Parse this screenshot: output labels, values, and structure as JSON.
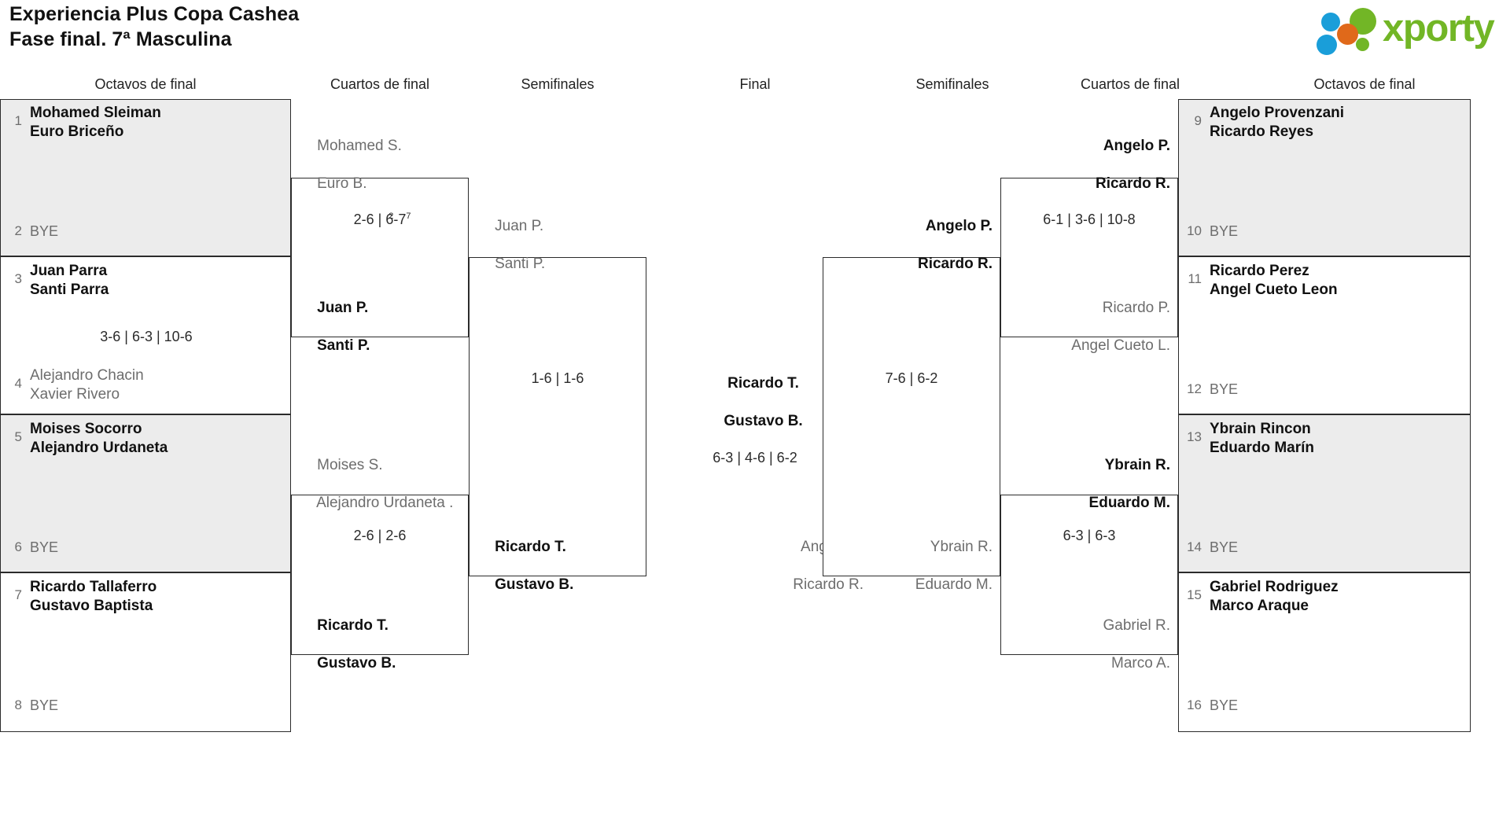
{
  "header": {
    "title_line1": "Experiencia Plus Copa Cashea",
    "title_line2": "Fase final. 7ª Masculina",
    "logo_text": "xporty",
    "logo_colors": {
      "green": "#72b626",
      "blue": "#1a9ed9",
      "orange": "#e0691a"
    }
  },
  "round_headers": {
    "left_r16": "Octavos de final",
    "left_qf": "Cuartos de final",
    "left_sf": "Semifinales",
    "final": "Final",
    "right_sf": "Semifinales",
    "right_qf": "Cuartos de final",
    "right_r16": "Octavos de final"
  },
  "left": {
    "r16": [
      {
        "seed": "1",
        "p1": "Mohamed Sleiman",
        "p2": "Euro Briceño",
        "winner": true,
        "bye": false
      },
      {
        "seed": "2",
        "p1": "BYE",
        "p2": "",
        "winner": false,
        "bye": true
      },
      {
        "seed": "3",
        "p1": "Juan Parra",
        "p2": "Santi Parra",
        "winner": true,
        "bye": false
      },
      {
        "seed": "4",
        "p1": "Alejandro Chacin",
        "p2": "Xavier Rivero",
        "winner": false,
        "bye": false
      },
      {
        "seed": "5",
        "p1": "Moises Socorro",
        "p2": "Alejandro Urdaneta",
        "winner": true,
        "bye": false
      },
      {
        "seed": "6",
        "p1": "BYE",
        "p2": "",
        "winner": false,
        "bye": true
      },
      {
        "seed": "7",
        "p1": "Ricardo Tallaferro",
        "p2": "Gustavo Baptista",
        "winner": true,
        "bye": false
      },
      {
        "seed": "8",
        "p1": "BYE",
        "p2": "",
        "winner": false,
        "bye": true
      }
    ],
    "r16_scores": [
      "",
      "3-6 | 6-3 | 10-6",
      "",
      ""
    ],
    "qf": [
      {
        "p1": "Mohamed S.",
        "p2": "Euro B.",
        "winner": false
      },
      {
        "p1": "Juan P.",
        "p2": "Santi P.",
        "winner": true
      },
      {
        "p1": "Moises S.",
        "p2": "Alejandro Urdaneta .",
        "winner": false
      },
      {
        "p1": "Ricardo T.",
        "p2": "Gustavo B.",
        "winner": true
      }
    ],
    "qf_scores": [
      "2-6 | 6-7",
      "2-6 | 2-6"
    ],
    "qf_score_sup": [
      {
        "after_first": "2",
        "after_second": "7"
      },
      null
    ],
    "sf": [
      {
        "p1": "Juan P.",
        "p2": "Santi P.",
        "winner": false
      },
      {
        "p1": "Ricardo T.",
        "p2": "Gustavo B.",
        "winner": true
      }
    ],
    "sf_score": "1-6 | 1-6"
  },
  "final": {
    "winner": {
      "p1": "Ricardo T.",
      "p2": "Gustavo B."
    },
    "runner_up": {
      "p1": "Angelo P.",
      "p2": "Ricardo R."
    },
    "score": "6-3 | 4-6 | 6-2"
  },
  "right": {
    "r16": [
      {
        "seed": "9",
        "p1": "Angelo Provenzani",
        "p2": "Ricardo Reyes",
        "winner": true,
        "bye": false
      },
      {
        "seed": "10",
        "p1": "BYE",
        "p2": "",
        "winner": false,
        "bye": true
      },
      {
        "seed": "11",
        "p1": "Ricardo Perez",
        "p2": "Angel Cueto Leon",
        "winner": true,
        "bye": false
      },
      {
        "seed": "12",
        "p1": "BYE",
        "p2": "",
        "winner": false,
        "bye": true
      },
      {
        "seed": "13",
        "p1": "Ybrain Rincon",
        "p2": "Eduardo Marín",
        "winner": true,
        "bye": false
      },
      {
        "seed": "14",
        "p1": "BYE",
        "p2": "",
        "winner": false,
        "bye": true
      },
      {
        "seed": "15",
        "p1": "Gabriel Rodriguez",
        "p2": "Marco Araque",
        "winner": true,
        "bye": false
      },
      {
        "seed": "16",
        "p1": "BYE",
        "p2": "",
        "winner": false,
        "bye": true
      }
    ],
    "qf": [
      {
        "p1": "Angelo P.",
        "p2": "Ricardo R.",
        "winner": true
      },
      {
        "p1": "Ricardo P.",
        "p2": "Angel Cueto L.",
        "winner": false
      },
      {
        "p1": "Ybrain R.",
        "p2": "Eduardo M.",
        "winner": true
      },
      {
        "p1": "Gabriel R.",
        "p2": "Marco A.",
        "winner": false
      }
    ],
    "qf_scores": [
      "6-1 | 3-6 | 10-8",
      "6-3 | 6-3"
    ],
    "sf": [
      {
        "p1": "Angelo P.",
        "p2": "Ricardo R.",
        "winner": true
      },
      {
        "p1": "Ybrain R.",
        "p2": "Eduardo M.",
        "winner": false
      }
    ],
    "sf_score": "7-6 | 6-2"
  }
}
